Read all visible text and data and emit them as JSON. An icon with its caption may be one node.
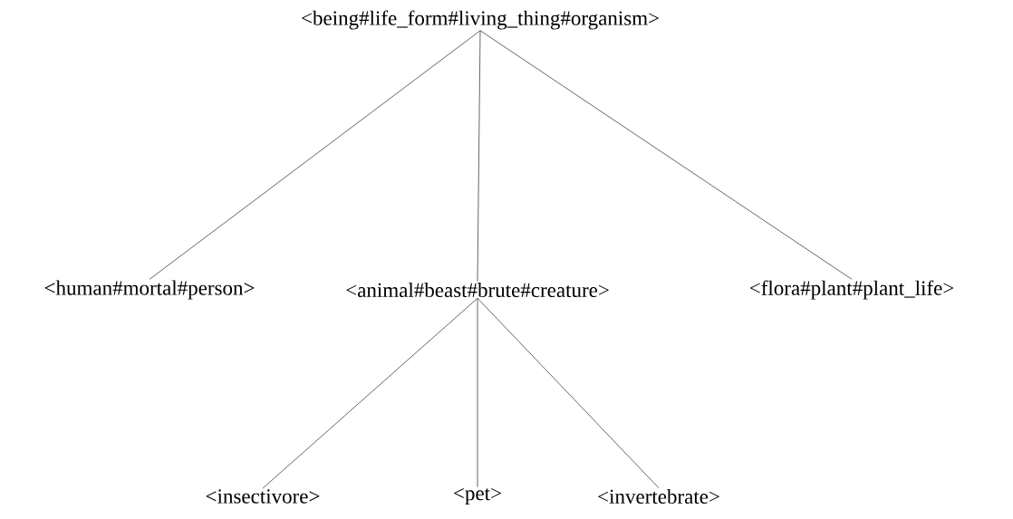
{
  "diagram": {
    "nodes": [
      {
        "text": [
          "<being#life_form#living_thing#organism>"
        ]
      },
      {
        "text": [
          "<human#mortal#person>"
        ]
      },
      {
        "text": [
          "<animal#beast#brute#creature>"
        ]
      },
      {
        "text": [
          "<flora#plant#plant_life>"
        ]
      },
      {
        "text": [
          "<insectivore>"
        ]
      },
      {
        "text": [
          "<pet>"
        ]
      },
      {
        "text": [
          "<invertebrate>"
        ]
      }
    ],
    "edges": [
      {
        "from": 0,
        "to": 1,
        "arrow": "none"
      },
      {
        "from": 0,
        "to": 2,
        "arrow": "none"
      },
      {
        "from": 0,
        "to": 3,
        "arrow": "none"
      },
      {
        "from": 2,
        "to": 4,
        "arrow": "none"
      },
      {
        "from": 2,
        "to": 5,
        "arrow": "none"
      },
      {
        "from": 2,
        "to": 6,
        "arrow": "none"
      }
    ]
  }
}
